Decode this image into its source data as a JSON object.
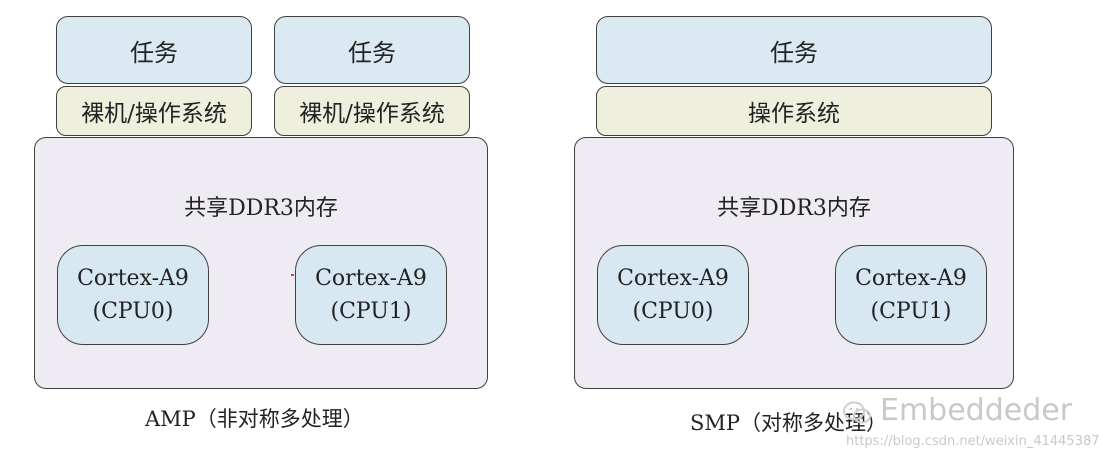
{
  "amp": {
    "task_left": "任务",
    "task_right": "任务",
    "os_left": "裸机/操作系统",
    "os_right": "裸机/操作系统",
    "memory_label": "共享DDR3内存",
    "cpu0": {
      "name": "Cortex-A9",
      "id": "(CPU0)"
    },
    "cpu1": {
      "name": "Cortex-A9",
      "id": "(CPU1)"
    },
    "caption": "AMP（非对称多处理）"
  },
  "smp": {
    "task": "任务",
    "os": "操作系统",
    "memory_label": "共享DDR3内存",
    "cpu0": {
      "name": "Cortex-A9",
      "id": "(CPU0)"
    },
    "cpu1": {
      "name": "Cortex-A9",
      "id": "(CPU1)"
    },
    "caption": "SMP（对称多处理）"
  },
  "watermark": {
    "brand": "Embeddeder",
    "url": "https://blog.csdn.net/weixin_41445387"
  },
  "colors": {
    "task_fill": "#dbe9f3",
    "os_fill": "#eef0dd",
    "memory_fill": "#efebf2",
    "cpu_fill": "#d8e8f2",
    "border": "#3f3f3f"
  }
}
